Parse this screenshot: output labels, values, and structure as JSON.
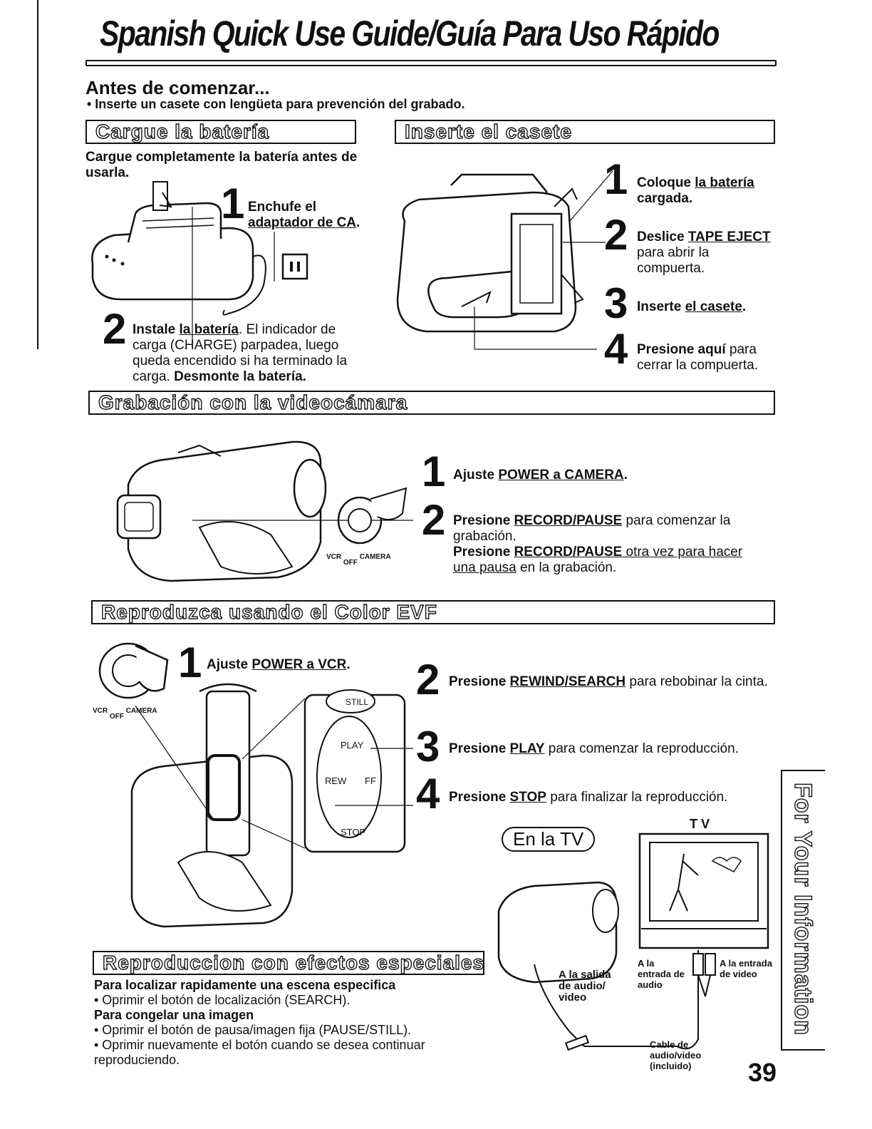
{
  "title": "Spanish Quick Use Guide/Guía Para Uso Rápido",
  "intro": {
    "heading": "Antes de comenzar...",
    "bullet": "• Inserte un casete con lengüeta para prevención del grabado."
  },
  "battery": {
    "header": "Cargue la batería",
    "intro": "Cargue completamente la batería antes de usarla.",
    "step1_num": "1",
    "step1_a": "Enchufe el",
    "step1_b": "adaptador de CA",
    "step1_c": ".",
    "step2_num": "2",
    "step2_a": "Instale ",
    "step2_b": "la batería",
    "step2_c": ". El indicador de carga (CHARGE) parpadea, luego queda encendido si ha terminado la carga. ",
    "step2_d": "Desmonte la batería."
  },
  "cassette": {
    "header": "Inserte el casete",
    "s1_num": "1",
    "s1_a": "Coloque ",
    "s1_b": "la batería",
    "s1_c": "cargada.",
    "s2_num": "2",
    "s2_a": "Deslice ",
    "s2_b": "TAPE EJECT",
    "s2_c": " para abrir la compuerta.",
    "s3_num": "3",
    "s3_a": "Inserte ",
    "s3_b": "el casete",
    "s3_c": ".",
    "s4_num": "4",
    "s4_a": "Presione aquí",
    "s4_c": " para cerrar la compuerta."
  },
  "record": {
    "header": "Grabación con la videocámara",
    "s1_num": "1",
    "s1_a": "Ajuste ",
    "s1_b": "POWER a CAMERA",
    "s1_c": ".",
    "s2_num": "2",
    "s2_a": "Presione ",
    "s2_b": "RECORD/PAUSE",
    "s2_c": " para comenzar la grabación.",
    "s2_d": "Presione ",
    "s2_e": "RECORD/PAUSE",
    "s2_f": " otra vez para hacer una pausa",
    "s2_g": " en la grabación.",
    "switch_vcr": "VCR",
    "switch_off": "OFF",
    "switch_camera": "CAMERA"
  },
  "playback": {
    "header": "Reproduzca usando el Color EVF",
    "s1_num": "1",
    "s1_a": "Ajuste ",
    "s1_b": "POWER a VCR",
    "s1_c": ".",
    "s2_num": "2",
    "s2_a": "Presione ",
    "s2_b": "REWIND/SEARCH",
    "s2_c": " para rebobinar la cinta.",
    "s3_num": "3",
    "s3_a": "Presione ",
    "s3_b": "PLAY",
    "s3_c": " para comenzar la reproducción.",
    "s4_num": "4",
    "s4_a": "Presione ",
    "s4_b": "STOP",
    "s4_c": " para finalizar la reproducción.",
    "switch_vcr": "VCR",
    "switch_off": "OFF",
    "switch_camera": "CAMERA",
    "btn_still": "STILL",
    "btn_play": "PLAY",
    "btn_rew": "REW",
    "btn_ff": "FF",
    "btn_stop": "STOP"
  },
  "tv": {
    "pill": "En la TV",
    "tv_label": "T V",
    "audio_out": "A la salida de audio/ video",
    "audio_in": "A la entrada de audio",
    "video_in": "A la entrada de video",
    "cable": "Cable de audio/video (incluido)"
  },
  "effects": {
    "header": "Reproduccion con efectos especiales",
    "h1": "Para localizar rapidamente una escena especifica",
    "b1": "• Oprimir el botón de localización (SEARCH).",
    "h2": "Para congelar una imagen",
    "b2": "• Oprimir el botón de pausa/imagen fija (PAUSE/STILL).",
    "b3": "• Oprimir nuevamente el botón cuando se desea continuar reproduciendo."
  },
  "side_tab": "For Your Information",
  "page_number": "39"
}
